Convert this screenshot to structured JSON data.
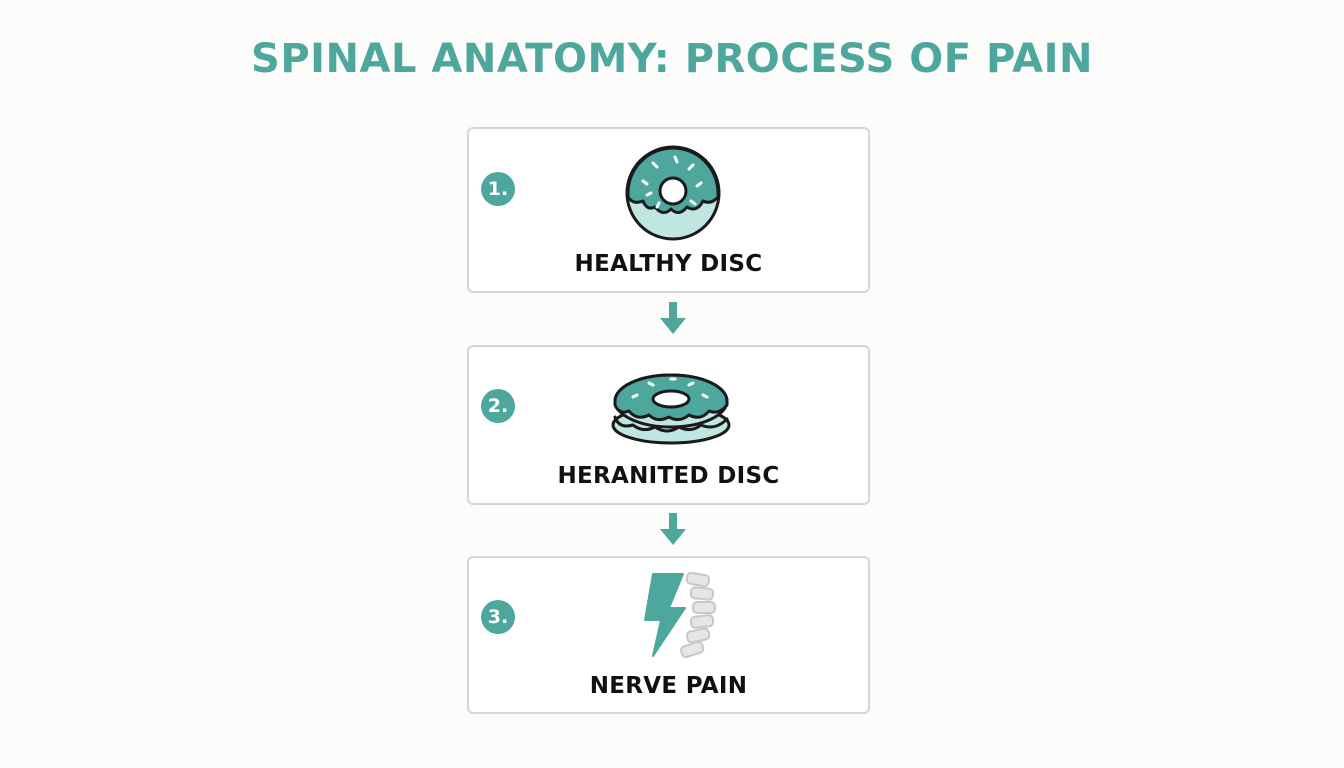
{
  "title": "SPINAL ANATOMY: PROCESS OF PAIN",
  "accent_color": "#4ea79d",
  "steps": [
    {
      "number": "1.",
      "label": "HEALTHY DISC",
      "icon": "healthy-disc-icon"
    },
    {
      "number": "2.",
      "label": "HERANITED DISC",
      "icon": "herniated-disc-icon"
    },
    {
      "number": "3.",
      "label": "NERVE PAIN",
      "icon": "nerve-pain-icon"
    }
  ]
}
